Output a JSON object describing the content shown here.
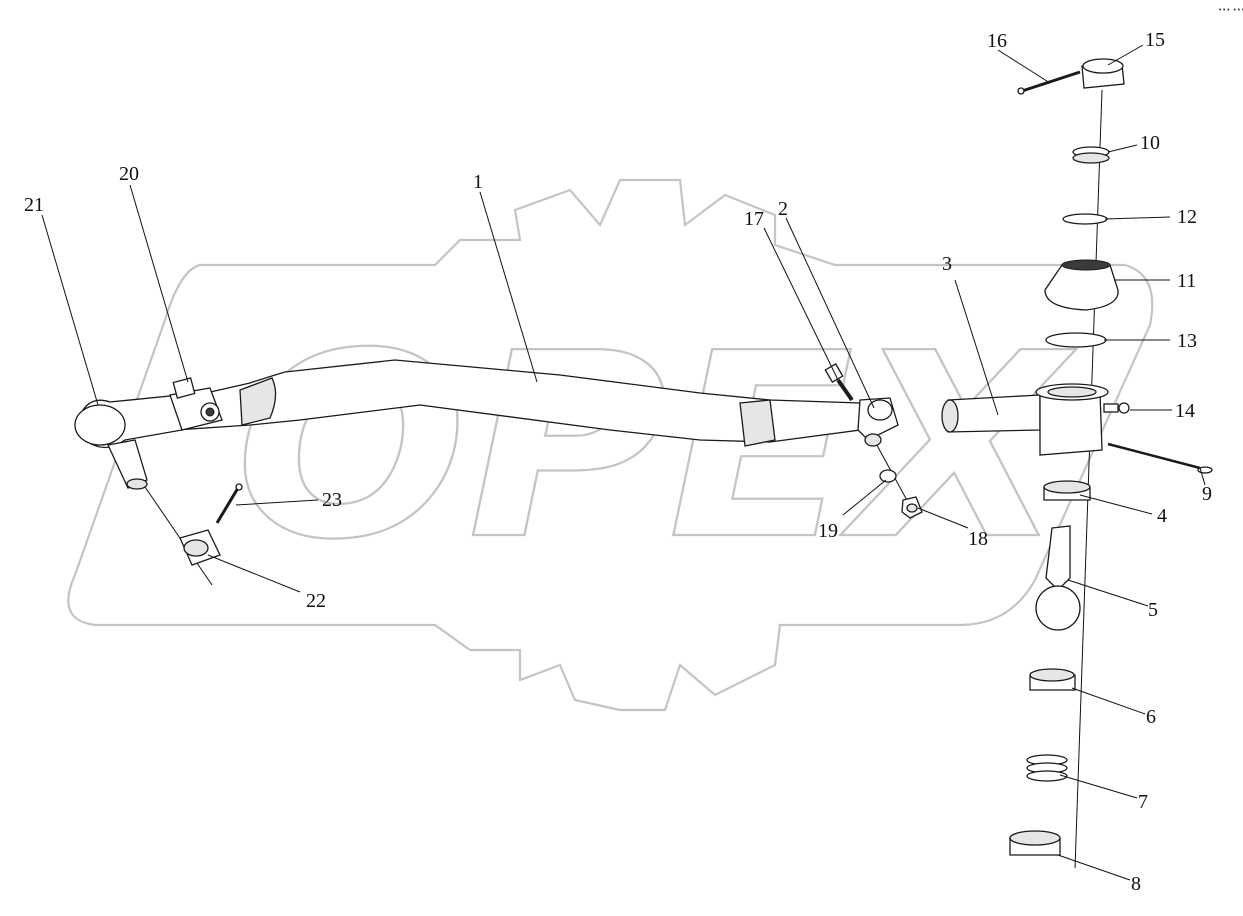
{
  "diagram": {
    "watermark_text": "OPEX",
    "corner_mark": "••• •••",
    "callouts": [
      {
        "label": "1"
      },
      {
        "label": "2"
      },
      {
        "label": "3"
      },
      {
        "label": "4"
      },
      {
        "label": "5"
      },
      {
        "label": "6"
      },
      {
        "label": "7"
      },
      {
        "label": "8"
      },
      {
        "label": "9"
      },
      {
        "label": "10"
      },
      {
        "label": "11"
      },
      {
        "label": "12"
      },
      {
        "label": "13"
      },
      {
        "label": "14"
      },
      {
        "label": "15"
      },
      {
        "label": "16"
      },
      {
        "label": "17"
      },
      {
        "label": "18"
      },
      {
        "label": "19"
      },
      {
        "label": "20"
      },
      {
        "label": "21"
      },
      {
        "label": "22"
      },
      {
        "label": "23"
      }
    ]
  }
}
